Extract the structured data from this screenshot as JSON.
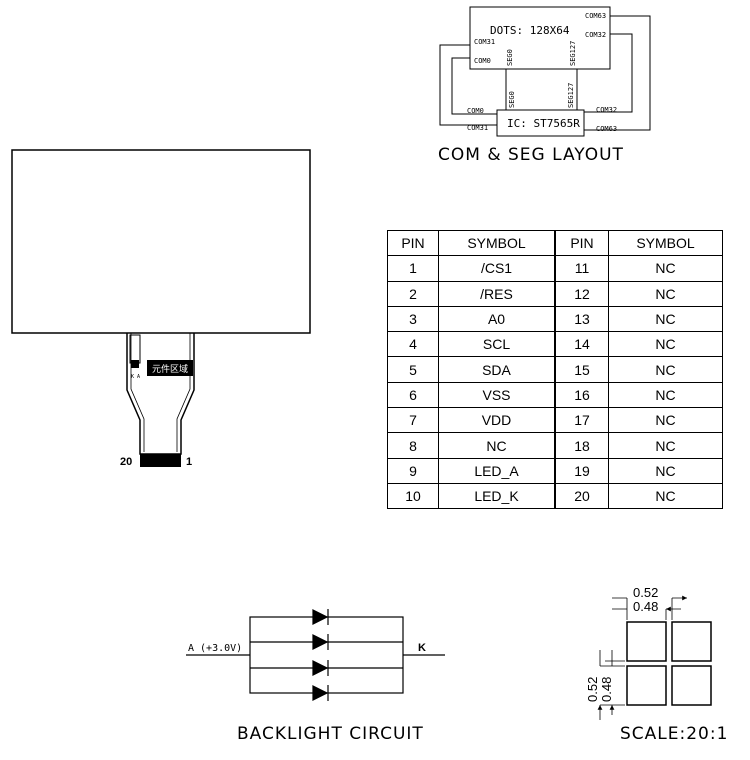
{
  "com_seg_layout": {
    "dots_label": "DOTS: 128X64",
    "ic_label": "IC: ST7565R",
    "labels": {
      "com63_top": "COM63",
      "com32_top": "COM32",
      "com31_left": "COM31",
      "com0_left": "COM0",
      "seg0_top": "SEG0",
      "seg127_top": "SEG127",
      "seg0_bottom": "SEG0",
      "seg127_bottom": "SEG127",
      "com0_bottom": "COM0",
      "com31_bottom": "COM31",
      "com32_bottom": "COM32",
      "com63_bottom": "COM63"
    },
    "caption": "COM & SEG LAYOUT"
  },
  "lcd_module": {
    "pin_left": "20",
    "pin_right": "1",
    "ka_label": "K A",
    "chip_label": "元件区域"
  },
  "pin_table": {
    "headers": [
      "PIN",
      "SYMBOL",
      "PIN",
      "SYMBOL"
    ],
    "rows": [
      [
        "1",
        "/CS1",
        "11",
        "NC"
      ],
      [
        "2",
        "/RES",
        "12",
        "NC"
      ],
      [
        "3",
        "A0",
        "13",
        "NC"
      ],
      [
        "4",
        "SCL",
        "14",
        "NC"
      ],
      [
        "5",
        "SDA",
        "15",
        "NC"
      ],
      [
        "6",
        "VSS",
        "16",
        "NC"
      ],
      [
        "7",
        "VDD",
        "17",
        "NC"
      ],
      [
        "8",
        "NC",
        "18",
        "NC"
      ],
      [
        "9",
        "LED_A",
        "19",
        "NC"
      ],
      [
        "10",
        "LED_K",
        "20",
        "NC"
      ]
    ]
  },
  "backlight": {
    "anode_label": "A (+3.0V)",
    "cathode_label": "K",
    "caption": "BACKLIGHT CIRCUIT"
  },
  "scale": {
    "dim_outer": "0.52",
    "dim_inner": "0.48",
    "dim_outer_v": "0.52",
    "dim_inner_v": "0.48",
    "caption": "SCALE:20:1"
  }
}
